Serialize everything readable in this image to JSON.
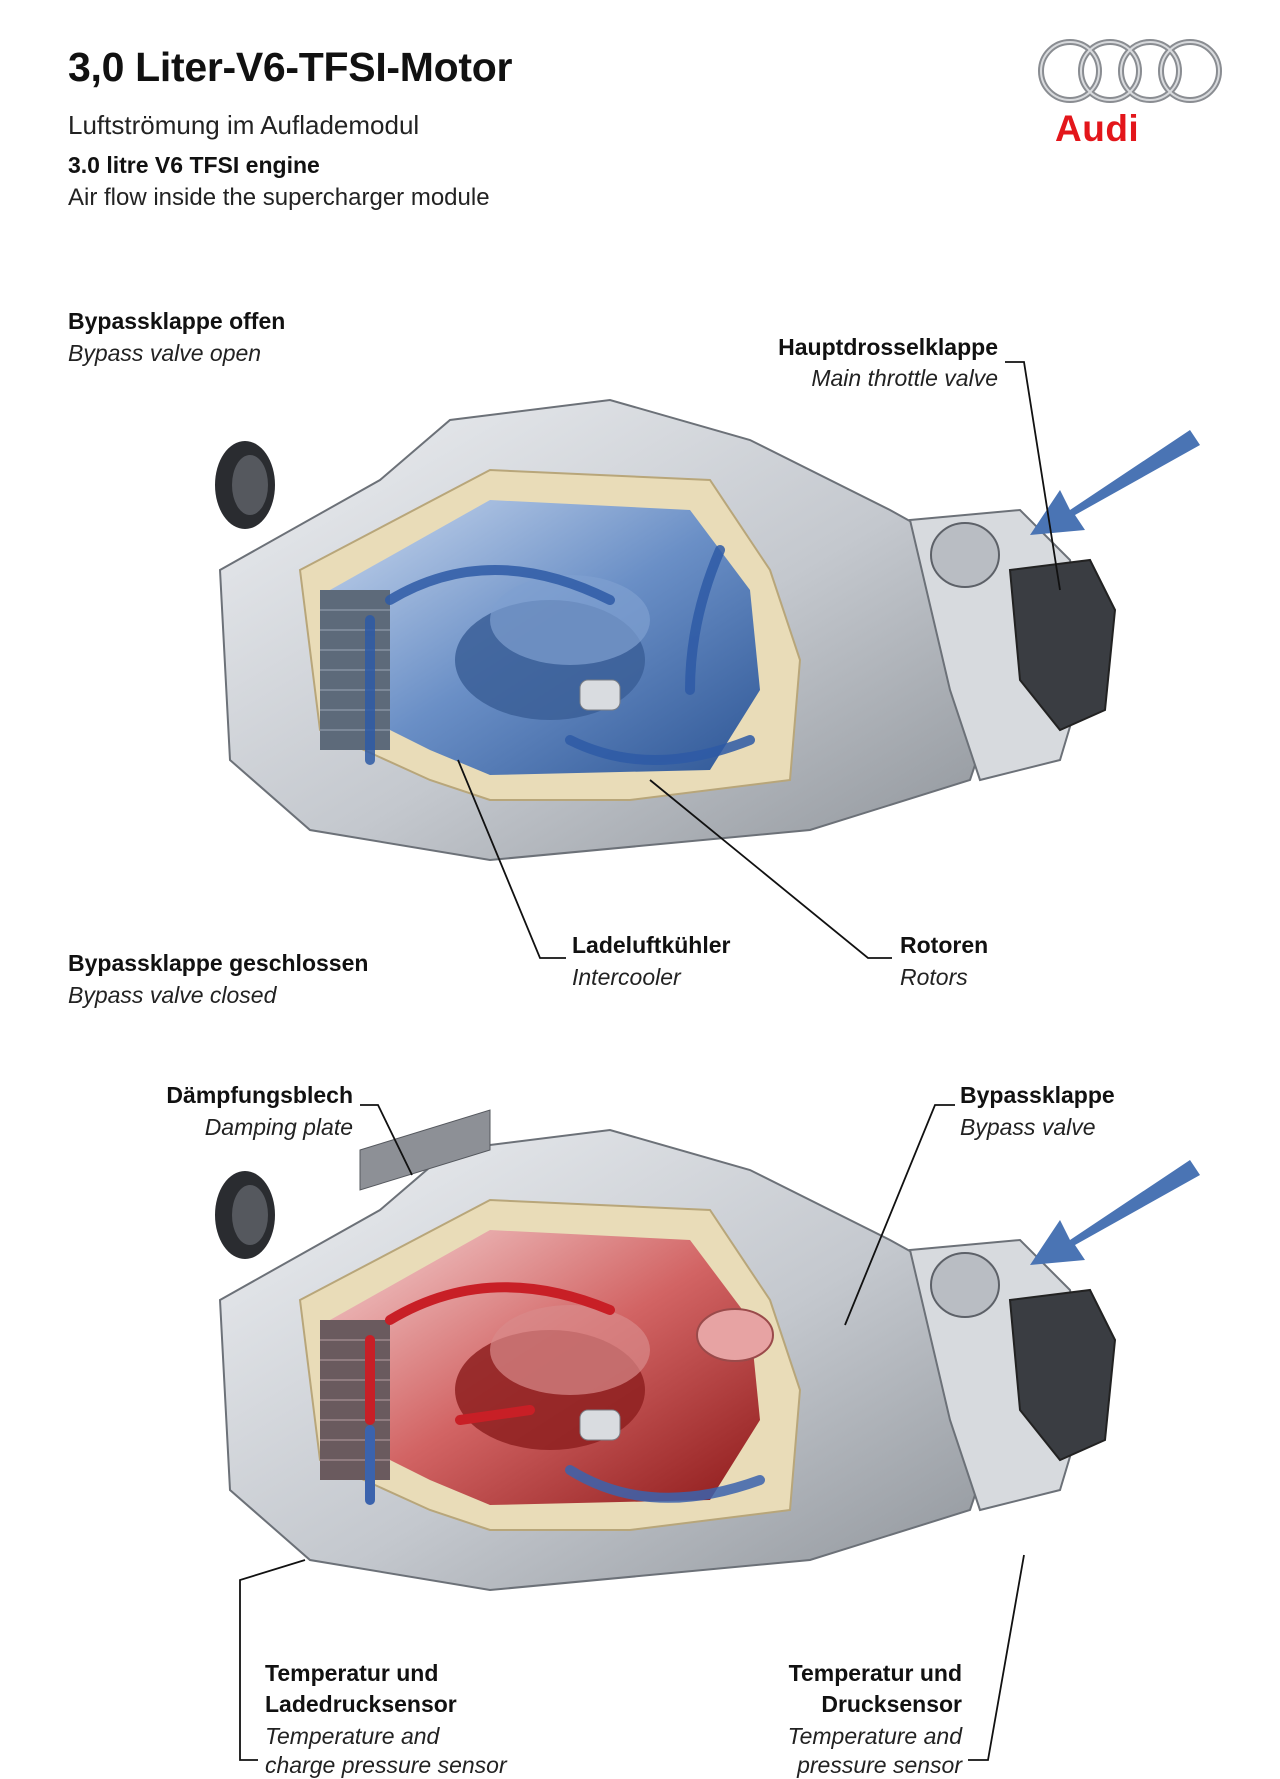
{
  "header": {
    "title": "3,0 Liter-V6-TFSI-Motor",
    "subtitle_de": "Luftströmung im Auflademodul",
    "title_en": "3.0 litre V6 TFSI engine",
    "subtitle_en": "Air flow inside the supercharger module"
  },
  "brand": {
    "name": "Audi",
    "color": "#e3161b"
  },
  "colors": {
    "airflow_cool": "#4a74b4",
    "airflow_hot": "#d4242a",
    "housing": "#c8ccd2",
    "cutaway": "#e9dcb8"
  },
  "top": {
    "state_de": "Bypassklappe offen",
    "state_en": "Bypass valve open",
    "labels": {
      "main_throttle": {
        "de": "Hauptdrosselklappe",
        "en": "Main throttle valve"
      },
      "intercooler": {
        "de": "Ladeluftkühler",
        "en": "Intercooler"
      },
      "rotors": {
        "de": "Rotoren",
        "en": "Rotors"
      }
    }
  },
  "bottom": {
    "state_de": "Bypassklappe geschlossen",
    "state_en": "Bypass valve closed",
    "labels": {
      "damping_plate": {
        "de": "Dämpfungsblech",
        "en": "Damping plate"
      },
      "bypass_valve": {
        "de": "Bypassklappe",
        "en": "Bypass valve"
      },
      "temp_charge_sensor": {
        "de1": "Temperatur und",
        "de2": "Ladedrucksensor",
        "en1": "Temperature and",
        "en2": "charge pressure sensor"
      },
      "temp_pressure_sensor": {
        "de1": "Temperatur und",
        "de2": "Drucksensor",
        "en1": "Temperature and",
        "en2": "pressure sensor"
      }
    }
  }
}
